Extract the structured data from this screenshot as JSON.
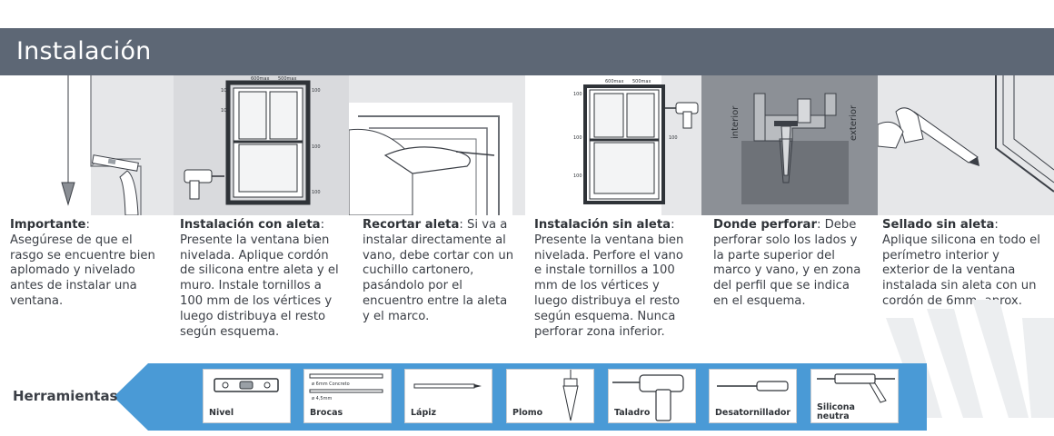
{
  "header": {
    "title": "Instalación"
  },
  "steps": [
    {
      "title": "Importante",
      "text": ": Asegúrese de que el rasgo se encuentre bien aplomado y nivelado antes de instalar una ventana."
    },
    {
      "title": "Instalación con aleta",
      "text": ": Presente la ventana bien nivelada. Aplique cordón de silicona entre aleta y el muro. Instale tornillos a 100 mm de los vértices y luego distribuya el resto según esquema."
    },
    {
      "title": "Recortar aleta",
      "text": ": Si va a instalar directamente al vano, debe cortar con un cuchillo cartonero, pasándolo por el encuentro entre la aleta y el marco."
    },
    {
      "title": "Instalación sin aleta",
      "text": ": Presente la ventana bien nivelada. Perfore el vano e instale tornillos a 100 mm de los vértices y luego distribuya el resto según esquema. Nunca perforar zona inferior."
    },
    {
      "title": "Donde perforar",
      "text": ": Debe perforar solo los lados y la parte superior del marco y vano, y en zona del perfil que se indica en el esquema."
    },
    {
      "title": "Sellado sin aleta",
      "text": ": Aplique silicona en todo el perímetro interior y exterior de la ventana instalada sin aleta con un cordón de 6mm. aprox."
    }
  ],
  "diagram_labels": {
    "measure_100": "100",
    "measure_600max": "600max",
    "measure_500max": "500max",
    "interior": "interior",
    "exterior": "exterior"
  },
  "tools": {
    "title": "Herramientas",
    "items": [
      {
        "name": "Nivel",
        "icon": "level-icon"
      },
      {
        "name": "Brocas",
        "icon": "drill-bits-icon",
        "sub1": "ø 6mm Concreto",
        "sub2": "ø 4,5mm"
      },
      {
        "name": "Lápiz",
        "icon": "pencil-icon"
      },
      {
        "name": "Plomo",
        "icon": "plumb-bob-icon"
      },
      {
        "name": "Taladro",
        "icon": "drill-icon"
      },
      {
        "name": "Desatornillador",
        "icon": "screwdriver-icon"
      },
      {
        "name": "Silicona\nneutra",
        "icon": "caulk-gun-icon",
        "name_line1": "Silicona",
        "name_line2": "neutra"
      }
    ]
  },
  "colors": {
    "header": "#5d6775",
    "panel_gray": "#e6e7e9",
    "panel_dark": "#8c9096",
    "tools_band": "#4a9ad6",
    "text": "#3b3f46"
  }
}
